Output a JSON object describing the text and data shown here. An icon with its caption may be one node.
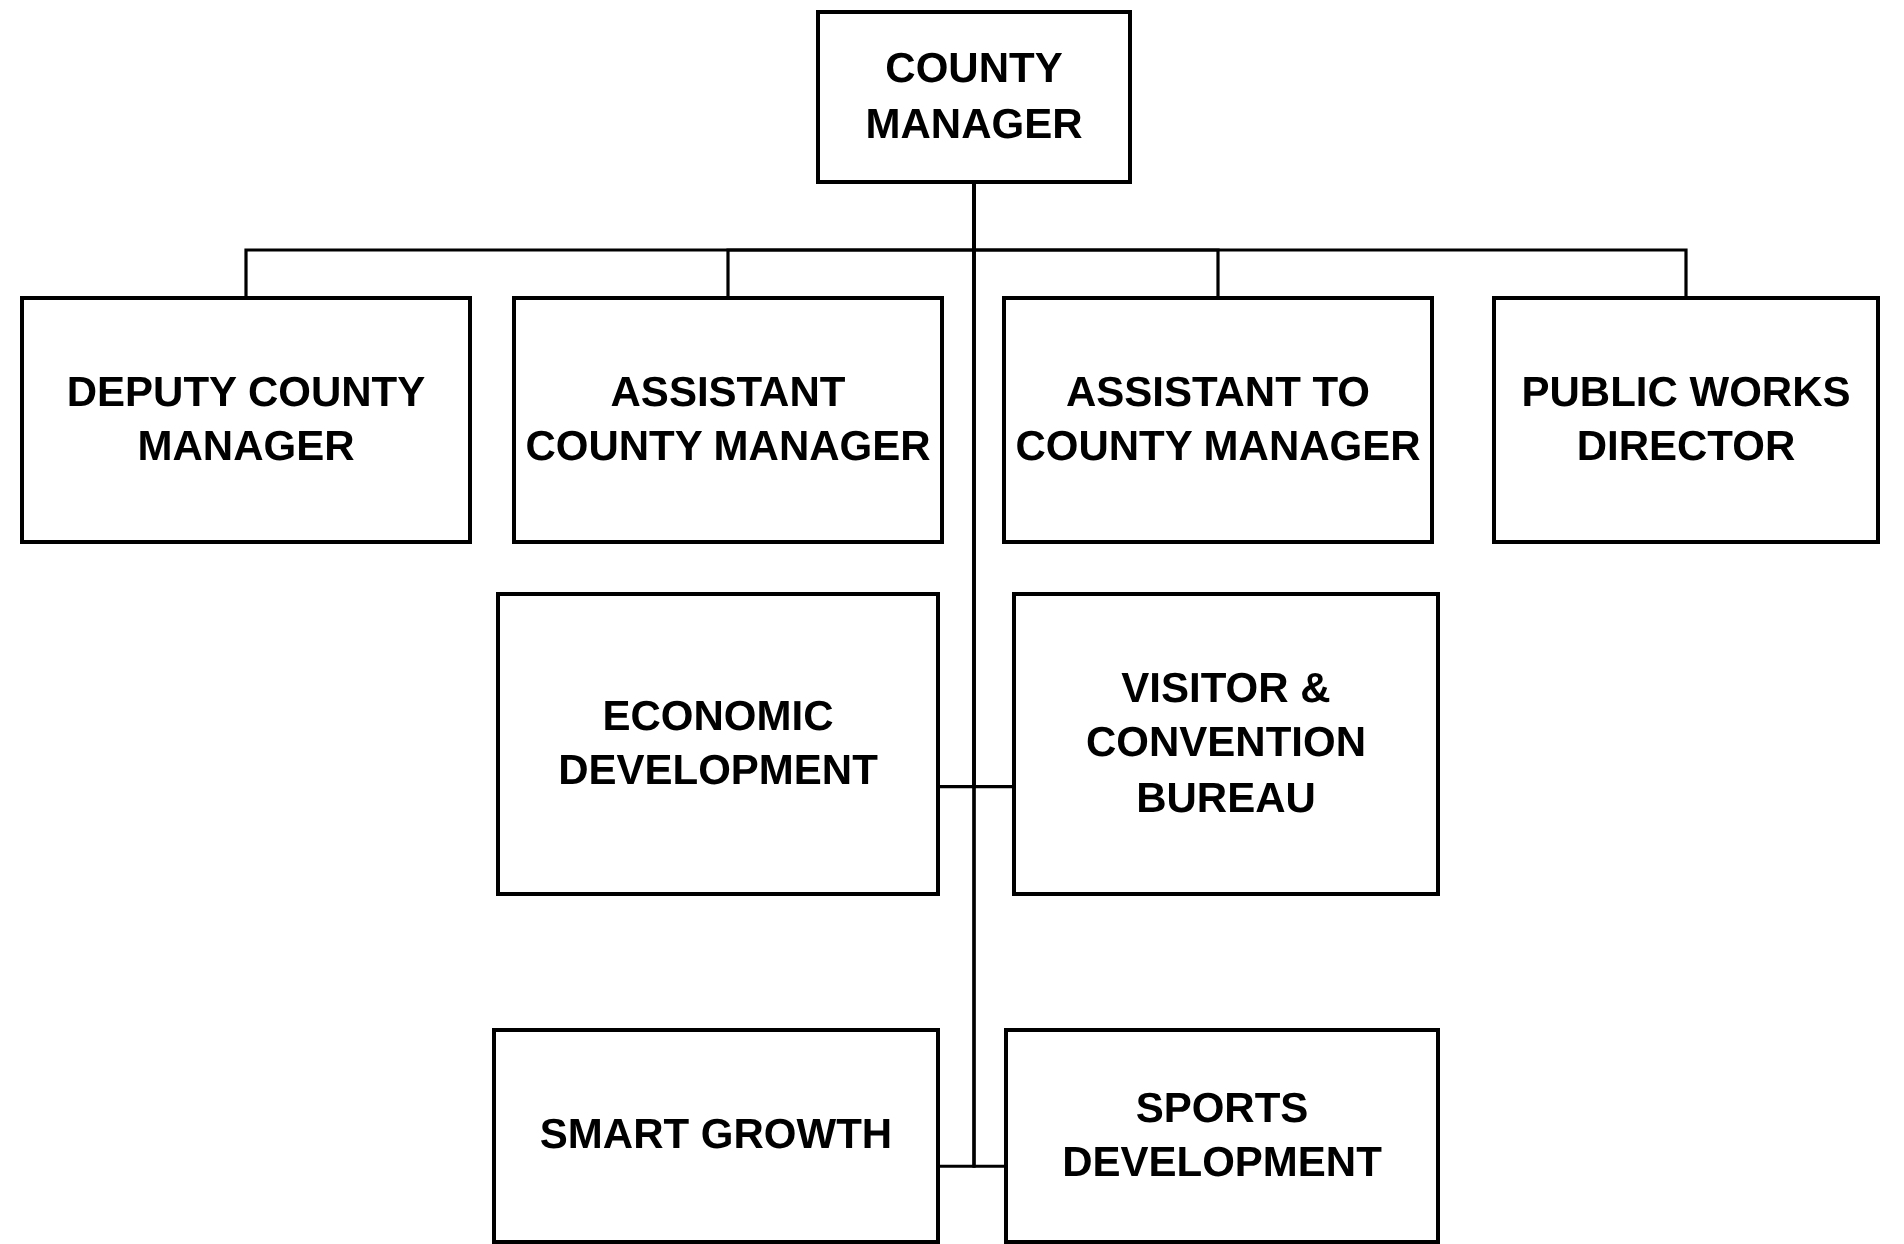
{
  "diagram": {
    "nodes": [
      {
        "text": [
          "COUNTY MANAGER"
        ]
      },
      {
        "text": [
          "DEPUTY COUNTY MANAGER"
        ]
      },
      {
        "text": [
          "ASSISTANT COUNTY MANAGER"
        ]
      },
      {
        "text": [
          "ASSISTANT TO COUNTY MANAGER"
        ]
      },
      {
        "text": [
          "PUBLIC WORKS DIRECTOR"
        ]
      },
      {
        "text": [
          "ECONOMIC DEVELOPMENT"
        ]
      },
      {
        "text": [
          "VISITOR & CONVENTION BUREAU"
        ]
      },
      {
        "text": [
          "SMART GROWTH"
        ]
      },
      {
        "text": [
          "SPORTS DEVELOPMENT"
        ]
      }
    ],
    "edges": [
      {
        "from": 0,
        "to": 1,
        "arrow": "none"
      },
      {
        "from": 0,
        "to": 2,
        "arrow": "none"
      },
      {
        "from": 0,
        "to": 3,
        "arrow": "none"
      },
      {
        "from": 0,
        "to": 4,
        "arrow": "none"
      },
      {
        "from": 0,
        "to": 5,
        "arrow": "none"
      },
      {
        "from": 0,
        "to": 6,
        "arrow": "none"
      },
      {
        "from": 0,
        "to": 7,
        "arrow": "none"
      },
      {
        "from": 0,
        "to": 8,
        "arrow": "none"
      }
    ]
  }
}
